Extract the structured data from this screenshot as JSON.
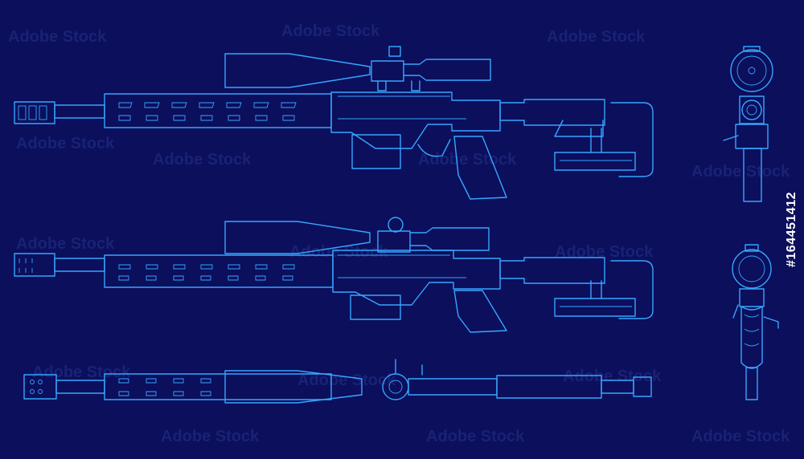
{
  "watermark": {
    "text": "Adobe Stock"
  },
  "stock_id": "#164451412",
  "colors": {
    "background": "#0b0f5c",
    "line": "#37a6ff",
    "watermark": "#2a3a93"
  },
  "views": [
    {
      "name": "left-side-view"
    },
    {
      "name": "right-side-view"
    },
    {
      "name": "top-view"
    },
    {
      "name": "rear-view"
    },
    {
      "name": "front-view"
    }
  ]
}
